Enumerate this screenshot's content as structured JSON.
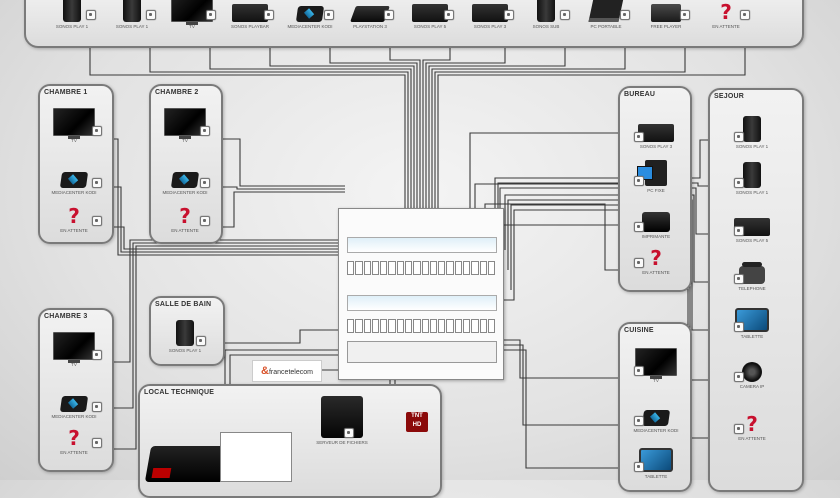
{
  "top_devices": [
    {
      "label": "SONOS PLAY 1",
      "icon": "speaker-icon"
    },
    {
      "label": "SONOS PLAY 1",
      "icon": "speaker-icon"
    },
    {
      "label": "TV",
      "icon": "tv-icon"
    },
    {
      "label": "SONOS PLAYBAR",
      "icon": "playbar-icon"
    },
    {
      "label": "MEDIACENTER KODI",
      "icon": "kodi-icon"
    },
    {
      "label": "PLAYSTATION 3",
      "icon": "console-icon"
    },
    {
      "label": "SONOS PLAY 5",
      "icon": "speaker-icon"
    },
    {
      "label": "SONOS PLAY 3",
      "icon": "speaker-icon"
    },
    {
      "label": "SONOS SUB",
      "icon": "subwoofer-icon"
    },
    {
      "label": "PC PORTABLE",
      "icon": "laptop-icon"
    },
    {
      "label": "FREE PLAYER",
      "icon": "box-icon"
    },
    {
      "label": "EN ATTENTE",
      "icon": "question-icon"
    }
  ],
  "rooms": {
    "chambre1": {
      "title": "CHAMBRE 1",
      "devices": [
        "TV",
        "MEDIACENTER KODI",
        "EN ATTENTE"
      ]
    },
    "chambre2": {
      "title": "CHAMBRE 2",
      "devices": [
        "TV",
        "MEDIACENTER KODI",
        "EN ATTENTE"
      ]
    },
    "chambre3": {
      "title": "CHAMBRE 3",
      "devices": [
        "TV",
        "MEDIACENTER KODI",
        "EN ATTENTE"
      ]
    },
    "salle_de_bain": {
      "title": "SALLE DE BAIN",
      "devices": [
        "SONOS PLAY 1"
      ]
    },
    "bureau": {
      "title": "BUREAU",
      "devices": [
        "SONOS PLAY 3",
        "PC FIXE",
        "IMPRIMANTE",
        "EN ATTENTE"
      ]
    },
    "sejour": {
      "title": "SEJOUR",
      "devices": [
        "SONOS PLAY 1",
        "SONOS PLAY 1",
        "SONOS PLAY 5",
        "TELEPHONE",
        "TABLETTE",
        "CAMERA IP",
        "EN ATTENTE"
      ]
    },
    "cuisine": {
      "title": "CUISINE",
      "devices": [
        "TV",
        "MEDIACENTER KODI",
        "TABLETTE"
      ]
    },
    "local_technique": {
      "title": "LOCAL TECHNIQUE",
      "devices": [
        "SERVEUR DE FICHIERS"
      ]
    }
  },
  "logos": {
    "francetelecom_prefix": "&",
    "francetelecom": "francetelecom",
    "tnt_line1": "TNT",
    "tnt_line2": "HD"
  },
  "colors": {
    "wire": "#3a3a3a",
    "room_border": "#7a7a7a",
    "accent_red": "#c8102e"
  }
}
